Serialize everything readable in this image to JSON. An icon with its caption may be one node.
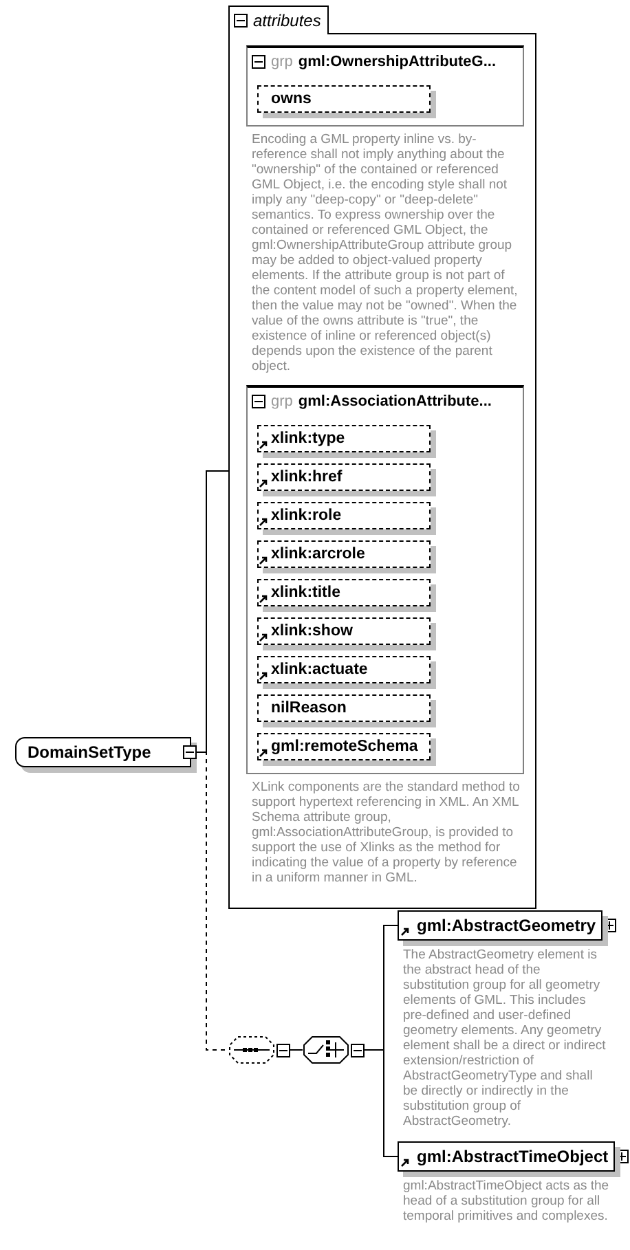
{
  "diagram": {
    "nodes": [
      {
        "text": [
          "DomainSetType"
        ]
      },
      {
        "text": [
          "attributes"
        ]
      },
      {
        "text": [
          "grp",
          "gml:OwnershipAttributeG..."
        ],
        "in": 1,
        "beside": [
          "Encoding a GML property inline vs. by-reference shall not imply anything about the \"ownership\" of the contained or referenced GML Object, i.e. the encoding style shall not imply any \"deep-copy\" or \"deep-delete\" semantics. To express ownership over the contained or referenced GML Object, the gml:OwnershipAttributeGroup attribute group may be added to object-valued property elements. If the attribute group is not part of the content model of such a property element, then the value may not be \"owned\". When the value of the owns attribute is \"true\", the existence of inline or referenced object(s) depends upon the existence of the parent object."
        ]
      },
      {
        "text": [
          "owns"
        ],
        "in": 2
      },
      {
        "text": [
          "grp",
          "gml:AssociationAttribute..."
        ],
        "in": 1,
        "beside": [
          "XLink components are the standard method to support hypertext referencing in XML. An XML Schema attribute group, gml:AssociationAttributeGroup, is provided to support the use of Xlinks as the method for indicating the value of a property by reference in a uniform manner in GML."
        ]
      },
      {
        "text": [
          "xlink:type"
        ],
        "in": 4
      },
      {
        "text": [
          "xlink:href"
        ],
        "in": 4
      },
      {
        "text": [
          "xlink:role"
        ],
        "in": 4
      },
      {
        "text": [
          "xlink:arcrole"
        ],
        "in": 4
      },
      {
        "text": [
          "xlink:title"
        ],
        "in": 4
      },
      {
        "text": [
          "xlink:show"
        ],
        "in": 4
      },
      {
        "text": [
          "xlink:actuate"
        ],
        "in": 4
      },
      {
        "text": [
          "nilReason"
        ],
        "in": 4
      },
      {
        "text": [
          "gml:remoteSchema"
        ],
        "in": 4
      },
      {
        "text": [],
        "shape": "octagon"
      },
      {
        "text": [],
        "shape": "octagon"
      },
      {
        "text": [
          "gml:AbstractGeometry"
        ],
        "beside": [
          "The AbstractGeometry element is the abstract head of the substitution group for all geometry elements of GML. This includes pre-defined and user-defined geometry elements. Any geometry element shall be a direct or indirect extension/restriction of AbstractGeometryType and shall be directly or indirectly in the substitution group of AbstractGeometry."
        ]
      },
      {
        "text": [
          "gml:AbstractTimeObject"
        ],
        "beside": [
          "gml:AbstractTimeObject acts as the head of a substitution group for all temporal primitives and complexes."
        ]
      }
    ],
    "edges": [
      {
        "from": 0,
        "to": 1,
        "arrow": "none"
      },
      {
        "from": 0,
        "to": 14,
        "arrow": "none",
        "style": "dashed"
      },
      {
        "from": 14,
        "to": 15,
        "arrow": "none"
      },
      {
        "from": 15,
        "to": 16,
        "arrow": "none"
      },
      {
        "from": 15,
        "to": 17,
        "arrow": "none"
      }
    ]
  }
}
